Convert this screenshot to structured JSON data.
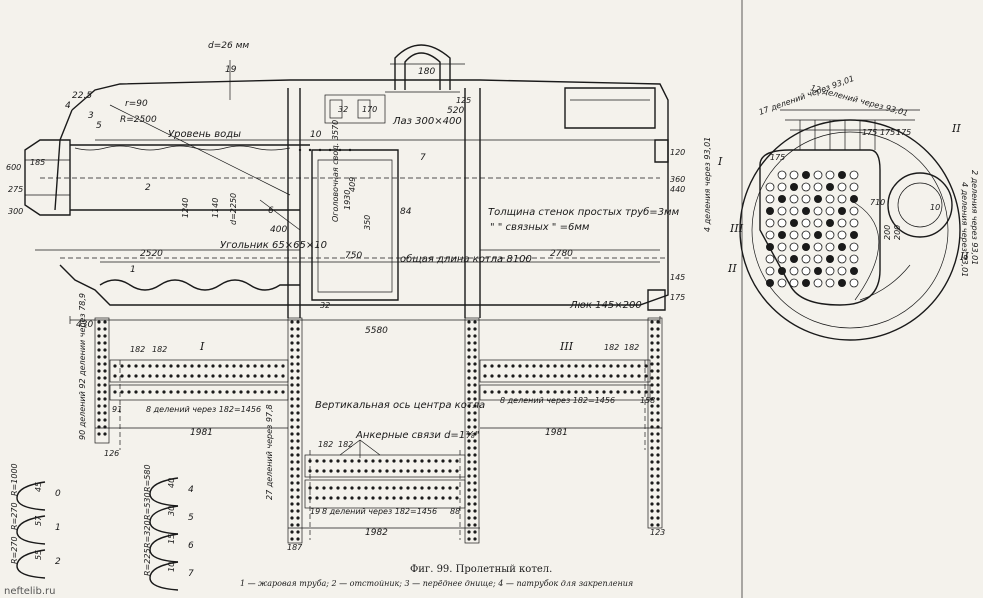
{
  "watermark": "neftelib.ru",
  "figure": {
    "caption": "Фиг. 99. Пролетный котел.",
    "legend": "1 — жаровая труба; 2 — отстойник; 3 — перёднее днище; 4 — патрубок для закрепления"
  },
  "side_view": {
    "labels": {
      "water_level": "Уровень воды",
      "hatch_top": "Лаз 300×400",
      "wall_simple": "Толщина стенок простых труб=3мм",
      "wall_tie": "\" \" связных \" =6мм",
      "angle": "Угольник 65×65×10",
      "common_length": "общая длина котла 8100",
      "hatch_bottom": "Люк 145×200",
      "vertical_axis": "Вертикальная ось центра котла",
      "anchor": "Анкерные связи d=1⅞\"",
      "axis_label_rot": "Оголовочная свод. 3570"
    },
    "dims": {
      "d_top": "d=26 мм",
      "d180": "180",
      "d520": "520",
      "d125": "125",
      "r90": "r=90",
      "r2500": "R=2500",
      "d19": "19",
      "d225": "22.5",
      "d600": "600",
      "d275": "275",
      "d185": "185",
      "d300": "300",
      "d2520": "2520",
      "d1240": "1240",
      "d1140": "1140",
      "d2250": "d=2250",
      "d400": "400",
      "d750": "750",
      "d1930": "1930",
      "d350": "350",
      "d84": "84",
      "d2780": "2780",
      "d5580": "5580",
      "d430": "430",
      "d120": "120",
      "d145": "145",
      "d175": "175",
      "d10": "10",
      "d32a": "32",
      "d32b": "32",
      "d170": "170",
      "d960": "360",
      "d440": "440",
      "d409": "409",
      "d1981a": "1981",
      "d1981b": "1981",
      "d1982": "1982",
      "d126": "126",
      "d187": "187",
      "d123": "123",
      "d91": "91",
      "d88": "88",
      "d158": "158",
      "d19b": "19"
    },
    "parts": [
      "1",
      "2",
      "3",
      "4",
      "5",
      "6",
      "7"
    ]
  },
  "tube_banks": {
    "bank_I": {
      "roman": "I",
      "pitch": "182",
      "pitch2": "182",
      "text": "8 делений через 182=1456",
      "side_text": "90 делений 92 делении через 78,9"
    },
    "bank_III": {
      "roman": "III",
      "pitch": "182",
      "pitch2": "182",
      "text": "8 делений через 182=1456"
    },
    "bank_mid": {
      "pitch": "182",
      "pitch2": "182",
      "text": "8 делений через 182=1456"
    },
    "left_side_text": "27 делений через 97,8"
  },
  "cross_section": {
    "top_text": "12 делений через 93,01",
    "top_text2": "17 делений через 93,01",
    "left_text": "4 деления через 93,01",
    "right_text": "4 деления через 93,01",
    "right_text2": "2 деления через 93,01",
    "numerals": [
      "I",
      "II",
      "III",
      "II",
      "II"
    ],
    "dims": [
      "175",
      "175",
      "175",
      "175",
      "200",
      "200",
      "710",
      "10"
    ]
  },
  "profiles": {
    "items": [
      {
        "num": "0",
        "r": "R=1000",
        "a": "45"
      },
      {
        "num": "1",
        "r": "R=270",
        "a": "57"
      },
      {
        "num": "2",
        "r": "R=270",
        "a": "55"
      },
      {
        "num": "4",
        "r": "R=580",
        "a": "40"
      },
      {
        "num": "5",
        "r": "R=530",
        "a": "30"
      },
      {
        "num": "6",
        "r": "R=320",
        "a": "15"
      },
      {
        "num": "7",
        "r": "R=225",
        "a": "10"
      }
    ]
  }
}
